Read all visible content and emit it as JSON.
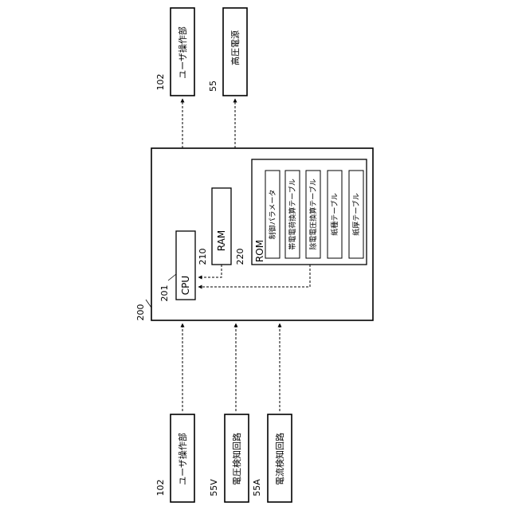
{
  "blocks": {
    "user_op_top": "ユーザ操作部",
    "hv_power": "高圧電源",
    "user_op_bottom": "ユーザ操作部",
    "voltage_detect": "電圧検知回路",
    "current_detect": "電流検知回路",
    "cpu": "CPU",
    "ram": "RAM",
    "rom": "ROM",
    "rom_tables": [
      "制御パラメータ",
      "帯電電荷換算テーブル",
      "除電電圧換算テーブル",
      "紙種テーブル",
      "紙厚テーブル"
    ]
  },
  "refs": {
    "user_op_top": "102",
    "hv_power": "55",
    "user_op_bottom": "102",
    "voltage_detect": "55V",
    "current_detect": "55A",
    "controller": "200",
    "cpu": "201",
    "ram": "210",
    "rom": "220"
  }
}
